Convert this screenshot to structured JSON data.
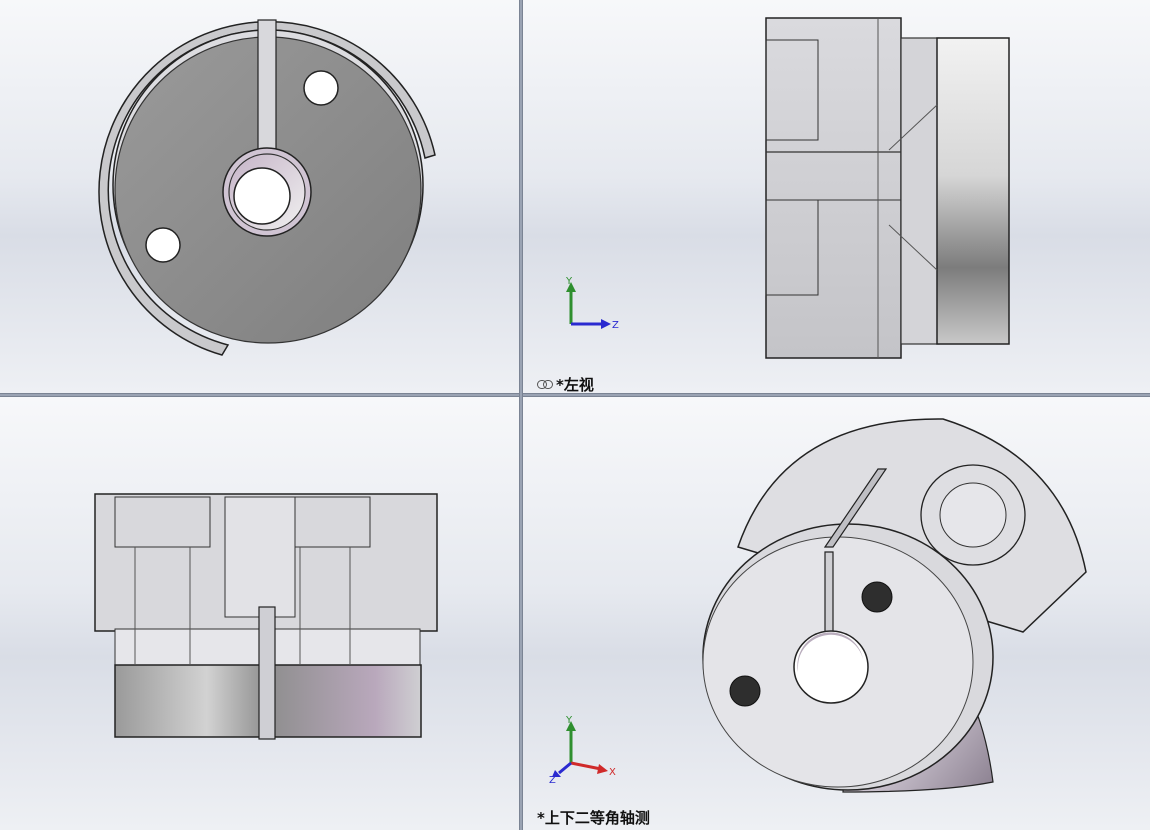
{
  "viewports": {
    "top_left": {
      "label": ""
    },
    "top_right": {
      "label": "*左视",
      "triad": {
        "up": "Y",
        "right": "Z"
      }
    },
    "bottom_left": {
      "label": ""
    },
    "bottom_right": {
      "label": "*上下二等角轴测",
      "triad": {
        "up": "Y",
        "right": "X",
        "down_left": "Z"
      }
    }
  },
  "icons": [
    "view-link-icon",
    "triad-icon"
  ],
  "colors": {
    "y_axis": "#2f8f2f",
    "z_axis": "#2a2ad0",
    "x_axis": "#d02a2a",
    "splitter": "#9aa3b3"
  }
}
